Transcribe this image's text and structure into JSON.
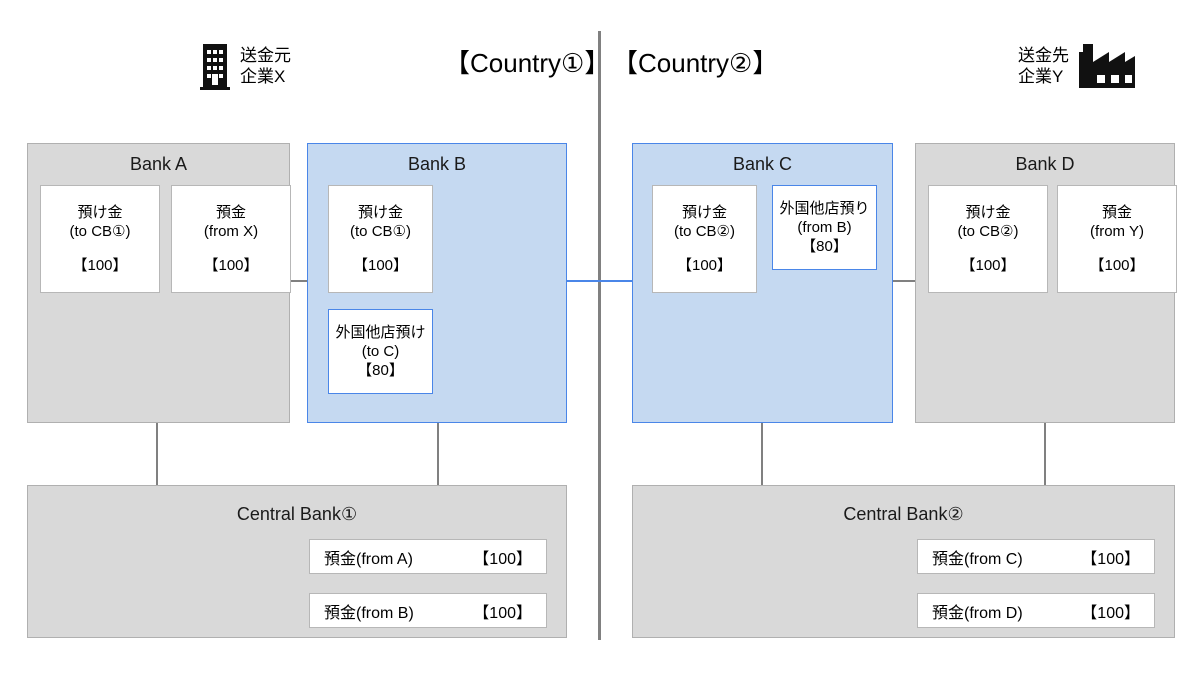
{
  "header": {
    "sender": {
      "icon": "office-building-icon",
      "line1": "送金元",
      "line2": "企業X"
    },
    "receiver": {
      "icon": "factory-icon",
      "line1": "送金先",
      "line2": "企業Y"
    },
    "country_left": "【Country①】",
    "country_right": "【Country②】"
  },
  "colors": {
    "domestic_fill": "#d9d9d9",
    "highlight_fill": "#c5d9f1",
    "highlight_border": "#4a86e8",
    "line": "#808080"
  },
  "banks": [
    {
      "title": "Bank A",
      "style": "gray",
      "accounts": [
        {
          "line1": "預け金",
          "line2": "(to CB①)",
          "amount": "【100】",
          "style": "b-gray"
        },
        {
          "line1": "預金",
          "line2": "(from X)",
          "amount": "【100】",
          "style": "b-gray"
        }
      ]
    },
    {
      "title": "Bank B",
      "style": "blue",
      "accounts": [
        {
          "line1": "預け金",
          "line2": "(to CB①)",
          "amount": "【100】",
          "style": "b-gray"
        },
        {
          "line1": "外国他店預け",
          "line2": "(to C)",
          "amount": "【80】",
          "style": "b-blue"
        }
      ]
    },
    {
      "title": "Bank C",
      "style": "blue",
      "accounts": [
        {
          "line1": "預け金",
          "line2": "(to CB②)",
          "amount": "【100】",
          "style": "b-gray"
        },
        {
          "line1": "外国他店預り",
          "line2": "(from B)",
          "amount": "【80】",
          "style": "b-blue"
        }
      ]
    },
    {
      "title": "Bank D",
      "style": "gray",
      "accounts": [
        {
          "line1": "預け金",
          "line2": "(to CB②)",
          "amount": "【100】",
          "style": "b-gray"
        },
        {
          "line1": "預金",
          "line2": "(from Y)",
          "amount": "【100】",
          "style": "b-gray"
        }
      ]
    }
  ],
  "central_banks": [
    {
      "title": "Central Bank①",
      "rows": [
        {
          "label": "預金(from A)",
          "amount": "【100】"
        },
        {
          "label": "預金(from B)",
          "amount": "【100】"
        }
      ]
    },
    {
      "title": "Central Bank②",
      "rows": [
        {
          "label": "預金(from C)",
          "amount": "【100】"
        },
        {
          "label": "預金(from D)",
          "amount": "【100】"
        }
      ]
    }
  ]
}
